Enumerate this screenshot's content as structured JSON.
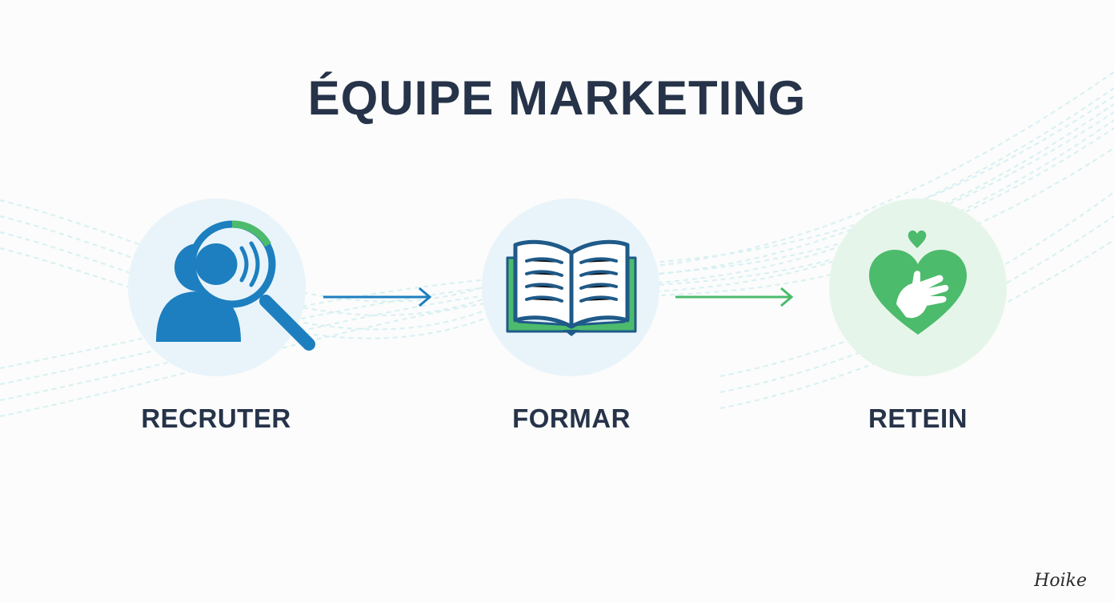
{
  "title": "ÉQUIPE MARKETING",
  "stages": [
    {
      "label": "RECRUTER",
      "icon": "person-magnifier-icon"
    },
    {
      "label": "FORMAR",
      "icon": "open-book-icon"
    },
    {
      "label": "RETEIN",
      "icon": "heart-hand-icon"
    }
  ],
  "watermark": "Hoike",
  "colors": {
    "title": "#263349",
    "blue": "#1d7fbf",
    "green": "#4cbb6c",
    "circle_blue": "#e9f4fa",
    "circle_green": "#e6f5ea"
  }
}
